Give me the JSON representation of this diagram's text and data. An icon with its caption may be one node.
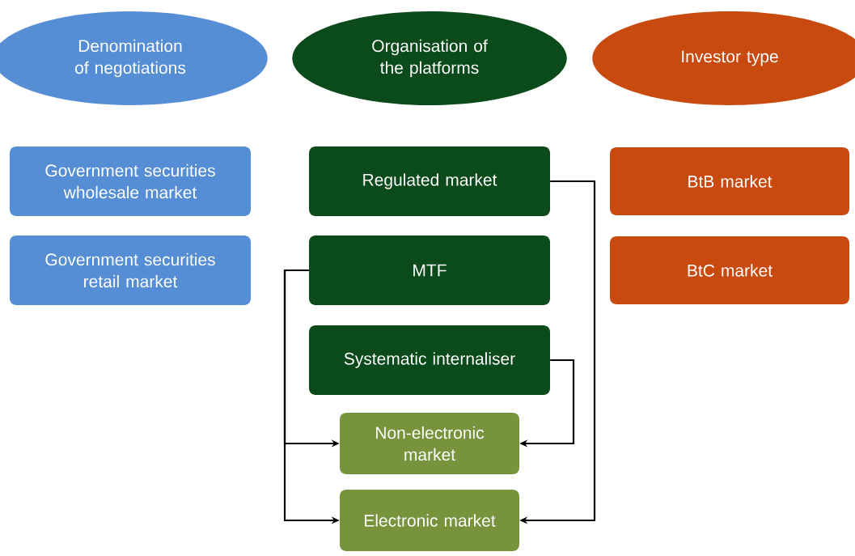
{
  "diagram": {
    "nodes": [
      {
        "text": [
          "Denomination of negotiations"
        ]
      },
      {
        "text": [
          "Organisation of the platforms"
        ]
      },
      {
        "text": [
          "Investor type"
        ]
      },
      {
        "text": [
          "Government securities wholesale market"
        ]
      },
      {
        "text": [
          "Government securities retail market"
        ]
      },
      {
        "text": [
          "Regulated market"
        ]
      },
      {
        "text": [
          "MTF"
        ]
      },
      {
        "text": [
          "Systematic internaliser"
        ]
      },
      {
        "text": [
          "Non-electronic market"
        ]
      },
      {
        "text": [
          "Electronic market"
        ]
      },
      {
        "text": [
          "BtB market"
        ]
      },
      {
        "text": [
          "BtC market"
        ]
      }
    ],
    "edges": [
      {
        "from": 5,
        "to": 9,
        "arrow": "to"
      },
      {
        "from": 6,
        "to": 8,
        "arrow": "to"
      },
      {
        "from": 6,
        "to": 9,
        "arrow": "to"
      },
      {
        "from": 7,
        "to": 8,
        "arrow": "to"
      }
    ]
  }
}
